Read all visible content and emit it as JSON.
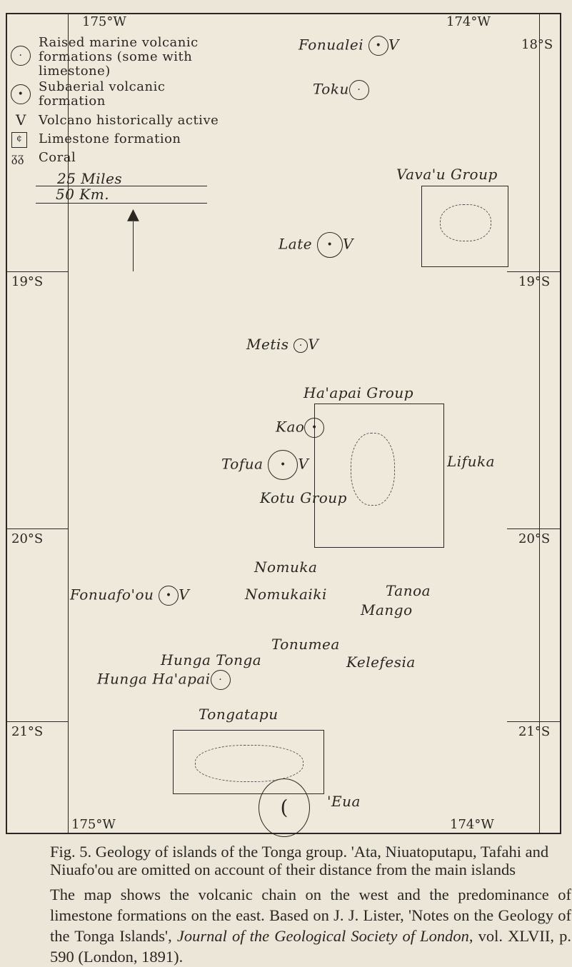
{
  "map": {
    "longitudes": {
      "top_left": "175°W",
      "top_right": "174°W",
      "bottom_left": "175°W",
      "bottom_right": "174°W"
    },
    "latitudes": {
      "l18": "18°S",
      "l19": "19°S",
      "l20": "20°S",
      "l21": "21°S"
    },
    "legend": [
      {
        "icon": "circle-dots-icon",
        "label": "Raised marine volcanic formations (some with limestone)"
      },
      {
        "icon": "circle-dot-icon",
        "label": "Subaerial volcanic formation"
      },
      {
        "icon": "V",
        "label": "Volcano historically active"
      },
      {
        "icon": "limestone-box-icon",
        "label": "Limestone formation"
      },
      {
        "icon": "coral-icon",
        "label": "Coral"
      }
    ],
    "scale": {
      "miles": "25 Miles",
      "km": "50 Km."
    },
    "places": {
      "fonualei": "Fonualei",
      "fonualei_v": "V",
      "toku": "Toku",
      "vavau": "Vava'u Group",
      "late": "Late",
      "late_v": "V",
      "metis": "Metis",
      "metis_v": "V",
      "haapai": "Ha'apai Group",
      "kao": "Kao",
      "tofua": "Tofua",
      "tofua_v": "V",
      "lifuka": "Lifuka",
      "kotu": "Kotu Group",
      "nomuka": "Nomuka",
      "fonuafoou": "Fonuafo'ou",
      "fonuafoou_v": "V",
      "nomukaiki": "Nomukaiki",
      "tanoa": "Tanoa",
      "mango": "Mango",
      "tonumea": "Tonumea",
      "kelefesia": "Kelefesia",
      "hunga_tonga": "Hunga Tonga",
      "hunga_haapai": "Hunga Ha'apai",
      "tongatapu": "Tongatapu",
      "eua": "'Eua"
    }
  },
  "caption": {
    "fig": "Fig. 5.",
    "text": "Geology of islands of the Tonga group. 'Ata, Niuatoputapu, Tafahi and Niuafo'ou are omitted on account of their distance from the main islands"
  },
  "body": {
    "text1": "The map shows the volcanic chain on the west and the predominance of limestone formations on the east. Based on J. J. Lister, 'Notes on the Geology of the Tonga Islands', ",
    "journal": "Journal of the Geological Society of London",
    "text2": ", vol. XLVII, p. 590 (London, 1891)."
  }
}
